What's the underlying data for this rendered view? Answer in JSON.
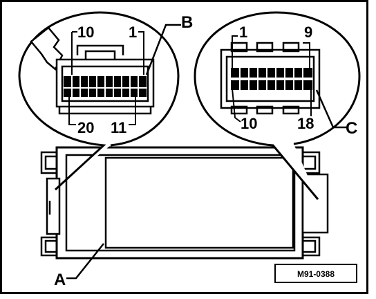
{
  "figure": {
    "reference_code": "M91-0388",
    "callouts": {
      "a": "A",
      "b": "B",
      "c": "C"
    },
    "left_connector": {
      "pin_top_left": "10",
      "pin_top_right": "1",
      "pin_bottom_left": "20",
      "pin_bottom_right": "11"
    },
    "right_connector": {
      "pin_top_left": "1",
      "pin_top_right": "9",
      "pin_bottom_left": "10",
      "pin_bottom_right": "18"
    }
  },
  "colors": {
    "line": "#000000",
    "background": "#ffffff"
  }
}
